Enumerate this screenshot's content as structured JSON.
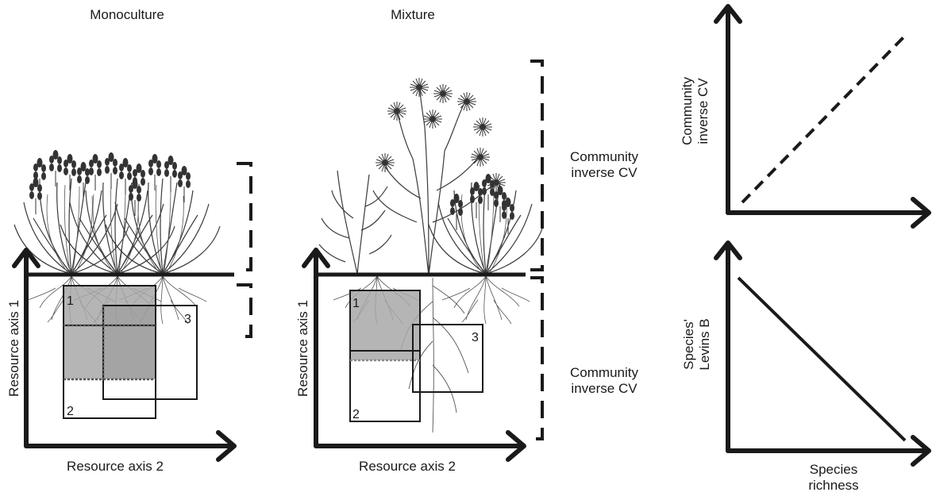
{
  "titles": {
    "monoculture": "Monoculture",
    "mixture": "Mixture"
  },
  "mono": {
    "y_axis": "Resource axis 1",
    "x_axis": "Resource axis 2",
    "niche_labels": [
      "1",
      "2",
      "3"
    ]
  },
  "mix": {
    "y_axis": "Resource axis 1",
    "x_axis": "Resource axis 2",
    "niche_labels": [
      "1",
      "2",
      "3"
    ]
  },
  "brackets": {
    "upper": "Community\ninverse CV",
    "lower": "Community\ninverse CV"
  },
  "top_plot": {
    "y_axis": "Community\ninverse CV",
    "trend": "increasing"
  },
  "bottom_plot": {
    "y_axis": "Species'\nLevins B",
    "x_axis": "Species\nrichness",
    "trend": "decreasing"
  },
  "colors": {
    "axis": "#1a1a1a",
    "overlap_fill": "#a8a8a8",
    "plant": "#3a3a3a"
  }
}
